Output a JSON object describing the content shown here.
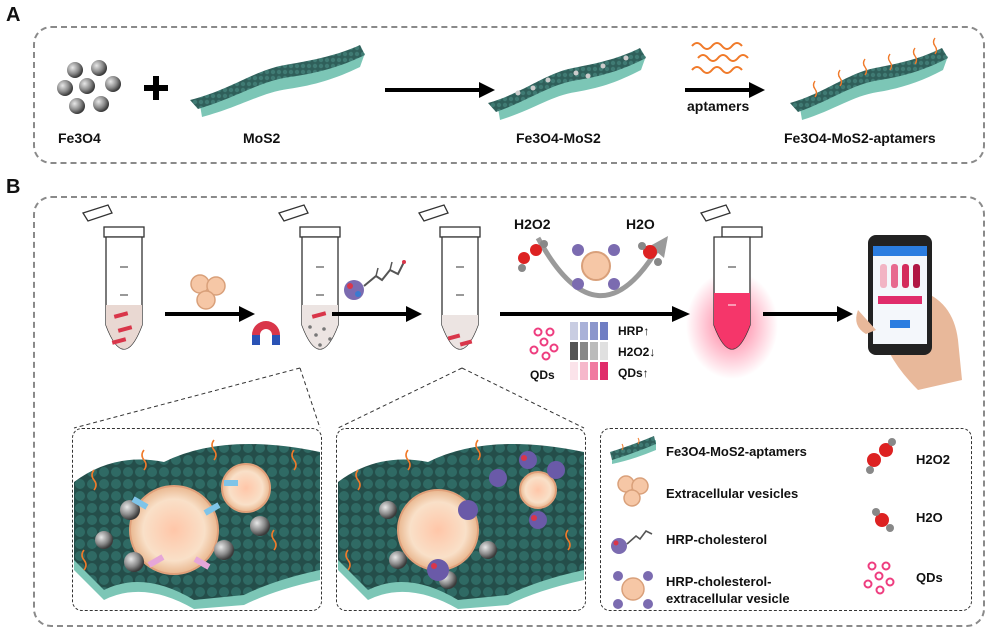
{
  "panelA": {
    "letter": "A",
    "labels": {
      "fe3o4": "Fe3O4",
      "mos2": "MoS2",
      "fe3o4_mos2": "Fe3O4-MoS2",
      "aptamers": "aptamers",
      "fe3o4_mos2_aptamers": "Fe3O4-MoS2-aptamers"
    }
  },
  "panelB": {
    "letter": "B",
    "reaction": {
      "h2o2": "H2O2",
      "h2o": "H2O",
      "qds": "QDs",
      "hrp_up": "HRP↑",
      "h2o2_down": "H2O2↓",
      "qds_up": "QDs↑"
    },
    "legend": {
      "fe3o4_mos2_aptamers": "Fe3O4-MoS2-aptamers",
      "extracellular_vesicles": "Extracellular vesicles",
      "hrp_cholesterol": "HRP-cholesterol",
      "hrp_cholesterol_ev_line1": "HRP-cholesterol-",
      "hrp_cholesterol_ev_line2": "extracellular vesicle",
      "h2o2": "H2O2",
      "h2o": "H2O",
      "qds": "QDs"
    }
  },
  "colors": {
    "sheet": "#2f5f5a",
    "sheet_edge": "#7cc6b6",
    "aptamer": "#f07a2a",
    "qd_pink": "#ee3d7f",
    "vesicle": "#f6c7a6",
    "arrow": "#000000"
  }
}
